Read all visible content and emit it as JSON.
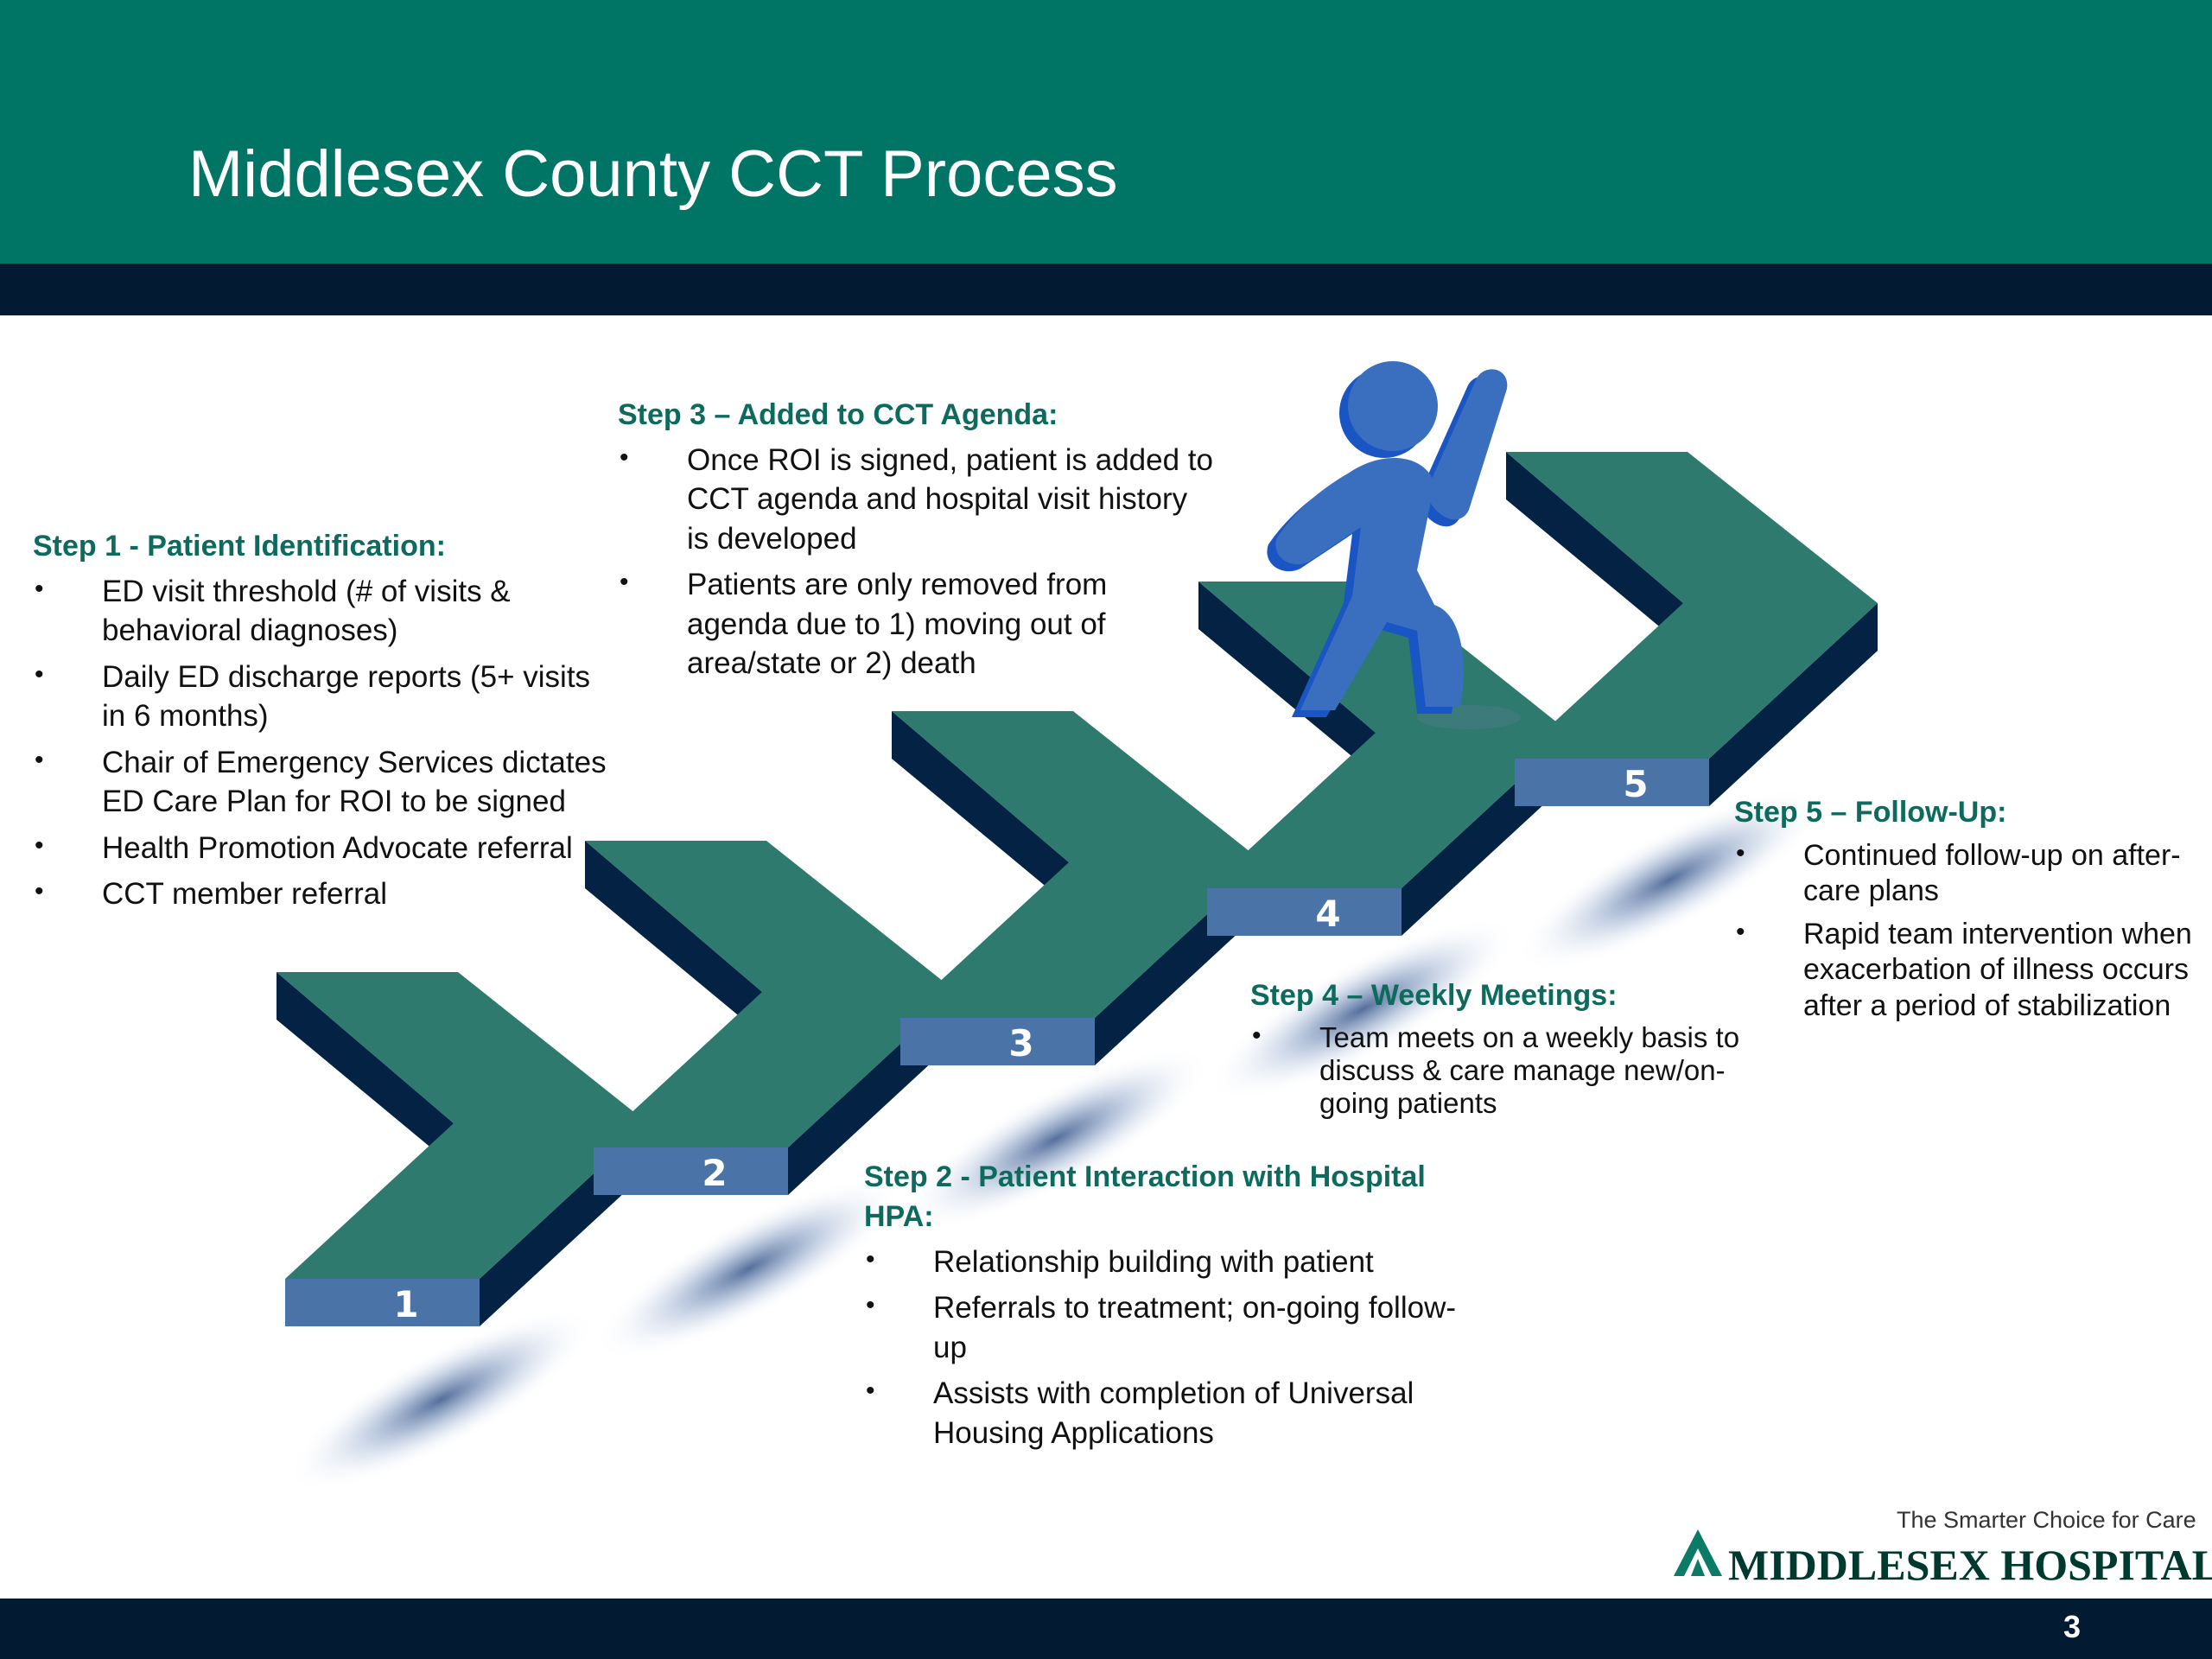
{
  "slide": {
    "title": "Middlesex County CCT Process",
    "page_number": "3",
    "tagline": "The Smarter Choice for Care",
    "logo_text": "MIDDLESEX HOSPITAL"
  },
  "colors": {
    "header": "#007465",
    "dark_band": "#031a33",
    "arrow_top": "#2f7a6e",
    "arrow_side": "#032244",
    "arrow_front": "#4a73a8",
    "step_title": "#0d6a5c",
    "figure": "#3a6fc0"
  },
  "icons": [
    "arrow-step-icon",
    "climbing-person-icon",
    "hospital-logo-icon"
  ],
  "step_numbers": [
    "1",
    "2",
    "3",
    "4",
    "5"
  ],
  "steps": [
    {
      "title": "Step 1 - Patient Identification:",
      "bullets": [
        "ED visit threshold (# of visits & behavioral diagnoses)",
        "Daily ED discharge reports (5+ visits in 6 months)",
        "Chair of Emergency Services dictates ED Care Plan for ROI to be signed",
        "Health Promotion Advocate referral",
        "CCT member referral"
      ]
    },
    {
      "title": "Step 2 - Patient Interaction with Hospital HPA:",
      "bullets": [
        "Relationship building with patient",
        "Referrals to treatment; on-going follow-up",
        "Assists with completion of Universal Housing Applications"
      ]
    },
    {
      "title": "Step 3 – Added to CCT Agenda:",
      "bullets": [
        "Once ROI is signed, patient is added to CCT agenda and hospital visit history is developed",
        "Patients are only removed from agenda due to 1) moving out of area/state or 2) death"
      ]
    },
    {
      "title": "Step 4 – Weekly  Meetings:",
      "bullets": [
        "Team meets on a weekly basis to discuss  & care manage new/on-going patients"
      ]
    },
    {
      "title": "Step 5 – Follow-Up:",
      "bullets": [
        "Continued follow-up on after-care plans",
        "Rapid team intervention when exacerbation of illness occurs after a period of stabilization"
      ]
    }
  ]
}
